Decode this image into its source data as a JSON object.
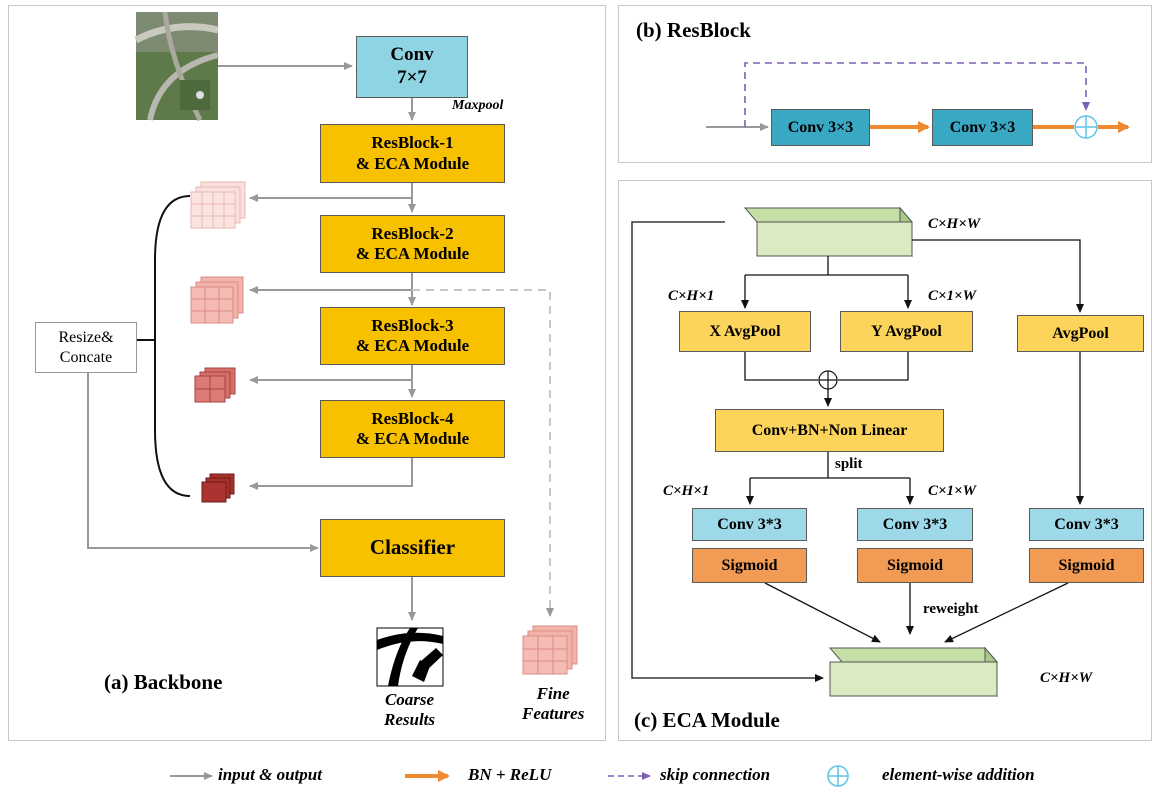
{
  "backbone": {
    "title": "(a) Backbone",
    "conv": "Conv\n7×7",
    "maxpool": "Maxpool",
    "blocks": [
      "ResBlock-1\n& ECA Module",
      "ResBlock-2\n& ECA Module",
      "ResBlock-3\n& ECA Module",
      "ResBlock-4\n& ECA Module"
    ],
    "resize": "Resize&\nConcate",
    "classifier": "Classifier",
    "coarse": "Coarse\nResults",
    "fine": "Fine\nFeatures"
  },
  "resblock": {
    "title": "(b) ResBlock",
    "conv1": "Conv 3×3",
    "conv2": "Conv 3×3"
  },
  "eca": {
    "title": "(c) ECA Module",
    "dim_top": "C×H×W",
    "dim_bottom": "C×H×W",
    "dim_xpool": "C×H×1",
    "dim_ypool": "C×1×W",
    "xpool": "X AvgPool",
    "ypool": "Y AvgPool",
    "avgpool": "AvgPool",
    "conv_bn": "Conv+BN+Non Linear",
    "split": "split",
    "dim_split_left": "C×H×1",
    "dim_split_right": "C×1×W",
    "conv_a": "Conv 3*3",
    "conv_b": "Conv 3*3",
    "conv_c": "Conv 3*3",
    "sig_a": "Sigmoid",
    "sig_b": "Sigmoid",
    "sig_c": "Sigmoid",
    "reweight": "reweight"
  },
  "legend": {
    "input_output": "input & output",
    "bn_relu": "BN + ReLU",
    "skip": "skip connection",
    "addition": "element-wise addition"
  }
}
